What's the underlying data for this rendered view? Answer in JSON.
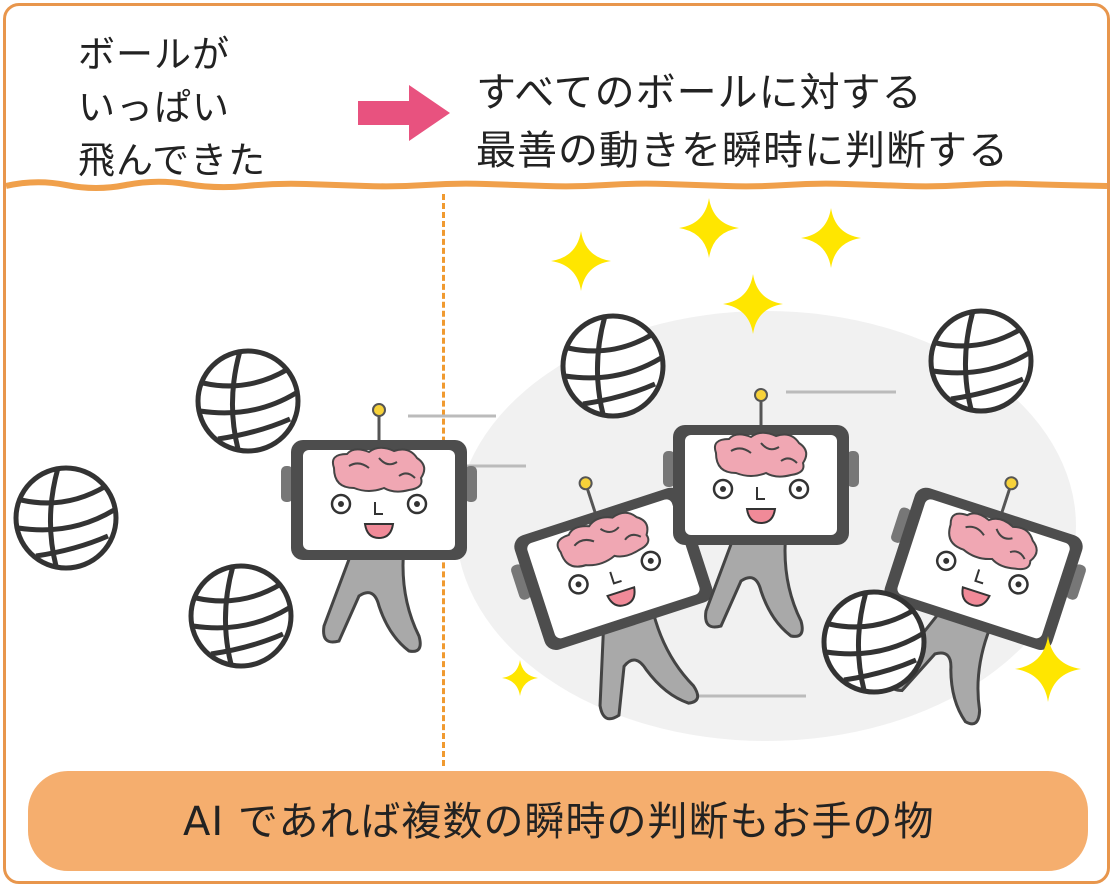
{
  "header": {
    "left_lines": [
      "ボールが",
      "いっぱい",
      "飛んできた"
    ],
    "right_lines": [
      "すべてのボールに対する",
      "最善の動きを瞬時に判断する"
    ],
    "arrow_color": "#e8527f",
    "wave_color": "#f0a04b"
  },
  "illustration": {
    "divider_color": "#f09a30",
    "sparkle_color": "#ffe600",
    "brain_color": "#f0a7b3",
    "robot_frame_color": "#555555"
  },
  "footer": {
    "caption": "AI であれば複数の瞬時の判断もお手の物",
    "background_color": "#f5ae6e"
  }
}
